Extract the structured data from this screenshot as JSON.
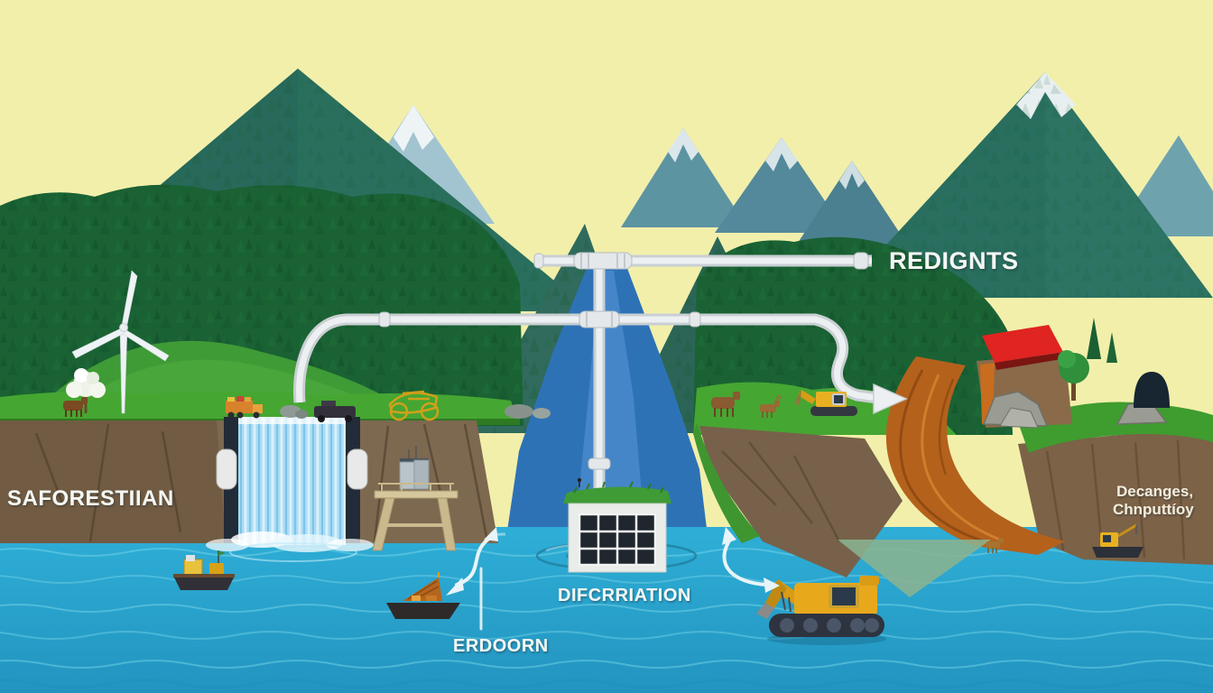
{
  "title": "Environmental landscape infographic illustration",
  "labels": {
    "redignts": "REDIGNTS",
    "saforestiian": "SAFORESTIIAN",
    "decanges_line1": "Decanges,",
    "decanges_line2": "Chnputtíoy",
    "difcrriation": "DIFCRRIATION",
    "erdoorn": "ERDOORN"
  },
  "colors": {
    "sky": "#f2efab",
    "mountain_far": "#a2c4d0",
    "mountain_mid": "#5d94a2",
    "mountain_teal": "#2e7464",
    "forest": "#1a6234",
    "grass": "#46a632",
    "river": "#2e72b6",
    "water": "#2aa6cf",
    "rock": "#7d6850",
    "mud": "#b4611c",
    "pipe": "#dfe3e6",
    "waterfall": "#a8dcf4",
    "machinery_yellow": "#e8a81c",
    "roof_red": "#e02421",
    "arrow": "#e8f4f8",
    "label_text": "#f4f7f3"
  },
  "objects": [
    "wind-turbine",
    "blossom-tree",
    "supply-truck",
    "tractor",
    "gold-wagon",
    "waterfall-dam",
    "monitoring-table",
    "pipe-network",
    "solar-platform",
    "ripple-rings",
    "work-boat",
    "sail-boat",
    "underwater-excavator",
    "grass-excavator",
    "dredger-boat",
    "mudslide",
    "sediment-plume",
    "red-roof-shelter",
    "cave-entrance",
    "boulders",
    "flow-arrows",
    "animals"
  ]
}
